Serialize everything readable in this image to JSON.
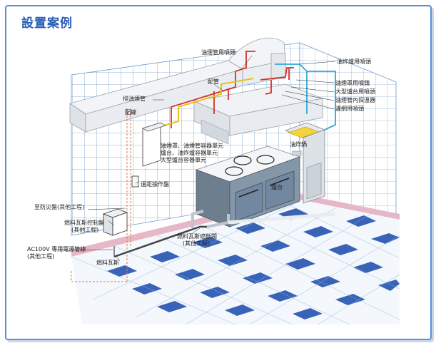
{
  "title": "設置案例",
  "labels": {
    "hood_piping_nozzle": "油煙管用噴頭",
    "fryer_nozzle": "油炸爐用噴頭",
    "exhaust_duct": "排油煙管",
    "piping": "配管",
    "hood_nozzle": "油煙罩用噴頭",
    "large_stove_nozzle": "大型爐台用噴頭",
    "duct_detector": "油煙管內探溫器",
    "filter_nozzle": "濾網用噴頭",
    "distribution": "配線",
    "container_unit_1": "油煙罩、油煙管容器單元",
    "container_unit_2": "爐台、油炸爐容器單元",
    "container_unit_3": "大型爐台容器單元",
    "fryer": "油炸鍋",
    "remote_panel": "遠距操作盤",
    "stove": "爐台",
    "fire_alarm": "至防災盤(其他工程)",
    "gas_control_panel_1": "燃料瓦斯控制盤",
    "gas_control_panel_2": "(其他工程)",
    "gas_valve_1": "燃料瓦斯遮斷閥",
    "gas_valve_2": "(其他工程)",
    "power_line_1": "AC100V 專用電源管線",
    "power_line_2": "(其他工程)",
    "gas": "燃料瓦斯"
  }
}
